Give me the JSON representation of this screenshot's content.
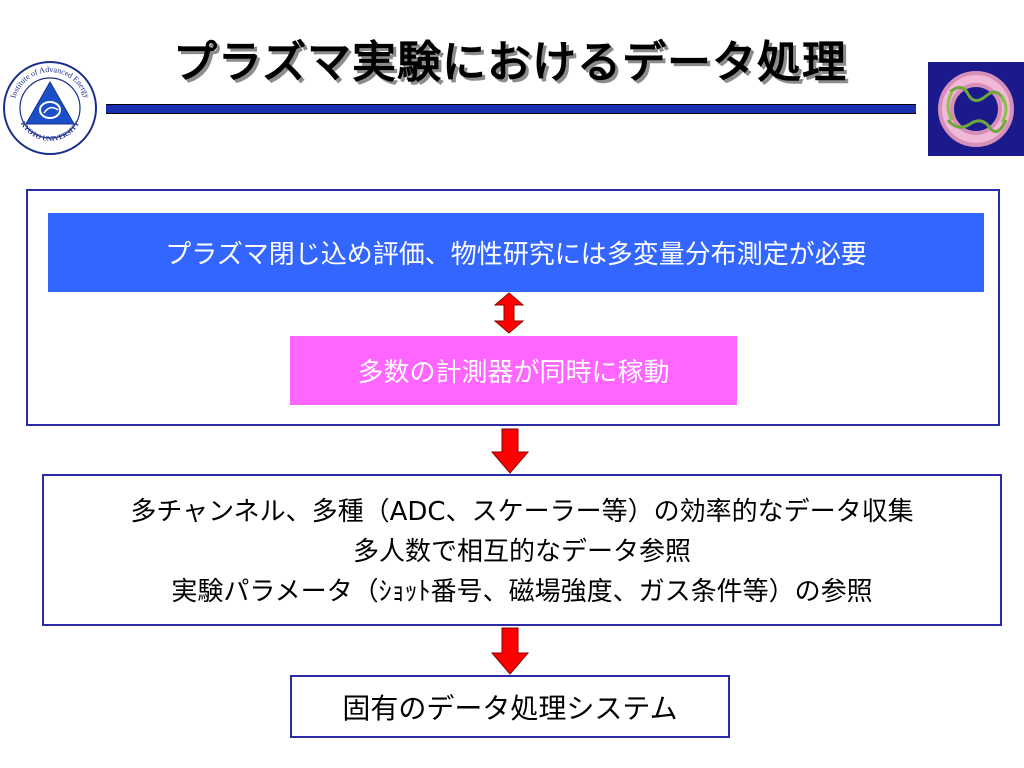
{
  "header": {
    "title": "プラズマ実験におけるデータ処理"
  },
  "logos": {
    "left": {
      "icon": "kyoto-university-institute-of-advanced-energy-seal",
      "ring_text": "Institute of Advanced Energy KYOTO UNIVERSITY"
    },
    "right": {
      "icon": "helical-plasma-torus-icon"
    }
  },
  "flow": {
    "top_banner": "プラズマ閉じ込め評価、物性研究には多変量分布測定が必要",
    "pink_box": "多数の計測器が同時に稼動",
    "requirements": [
      "多チャンネル、多種（ADC、スケーラー等）の効率的なデータ収集",
      "多人数で相互的なデータ参照",
      "実験パラメータ（ｼｮｯﾄ番号、磁場強度、ガス条件等）の参照"
    ],
    "result": "固有のデータ処理システム"
  },
  "colors": {
    "banner_blue": "#3366ff",
    "pink": "#ff66ff",
    "border_navy": "#2b2ba8",
    "arrow_red": "#ff0000",
    "rule_blue": "#1a2fb0"
  }
}
